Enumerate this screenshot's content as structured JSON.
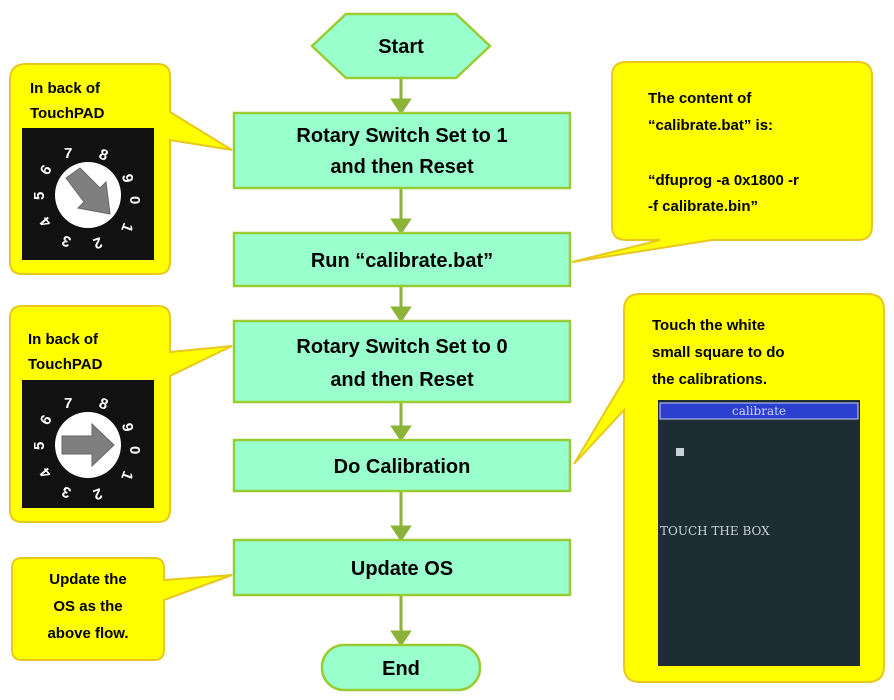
{
  "flow": {
    "start": "Start",
    "step1_line1": "Rotary Switch Set to 1",
    "step1_line2": "and then Reset",
    "step2": "Run “calibrate.bat”",
    "step3_line1": "Rotary Switch Set to 0",
    "step3_line2": "and then Reset",
    "step4": "Do Calibration",
    "step5": "Update OS",
    "end": "End"
  },
  "callouts": {
    "back1_line1": "In back of",
    "back1_line2": "TouchPAD",
    "back2_line1": "In back of",
    "back2_line2": "TouchPAD",
    "bat_line1": "The content of",
    "bat_line2": "“calibrate.bat” is:",
    "bat_line3": "“dfuprog -a 0x1800 -r",
    "bat_line4": "-f calibrate.bin”",
    "touch_line1": "Touch the white",
    "touch_line2": "small square to do",
    "touch_line3": "the calibrations.",
    "update_line1": "Update the",
    "update_line2": "OS as the",
    "update_line3": "above flow."
  },
  "screen": {
    "title": "calibrate",
    "message": "TOUCH THE BOX"
  },
  "dial": {
    "digits_visible": [
      "8",
      "9",
      "0",
      "1",
      "2",
      "3",
      "4",
      "5",
      "6",
      "7"
    ],
    "switch1_setting": "1",
    "switch0_setting": "0"
  },
  "colors": {
    "box_fill": "#99ffcc",
    "box_stroke": "#99cc33",
    "arrow": "#8db23a",
    "callout_fill": "#ffff00",
    "callout_stroke": "#e8c820",
    "screen_bg": "#1e2d33",
    "screen_title_bar": "#2b3fd0"
  }
}
